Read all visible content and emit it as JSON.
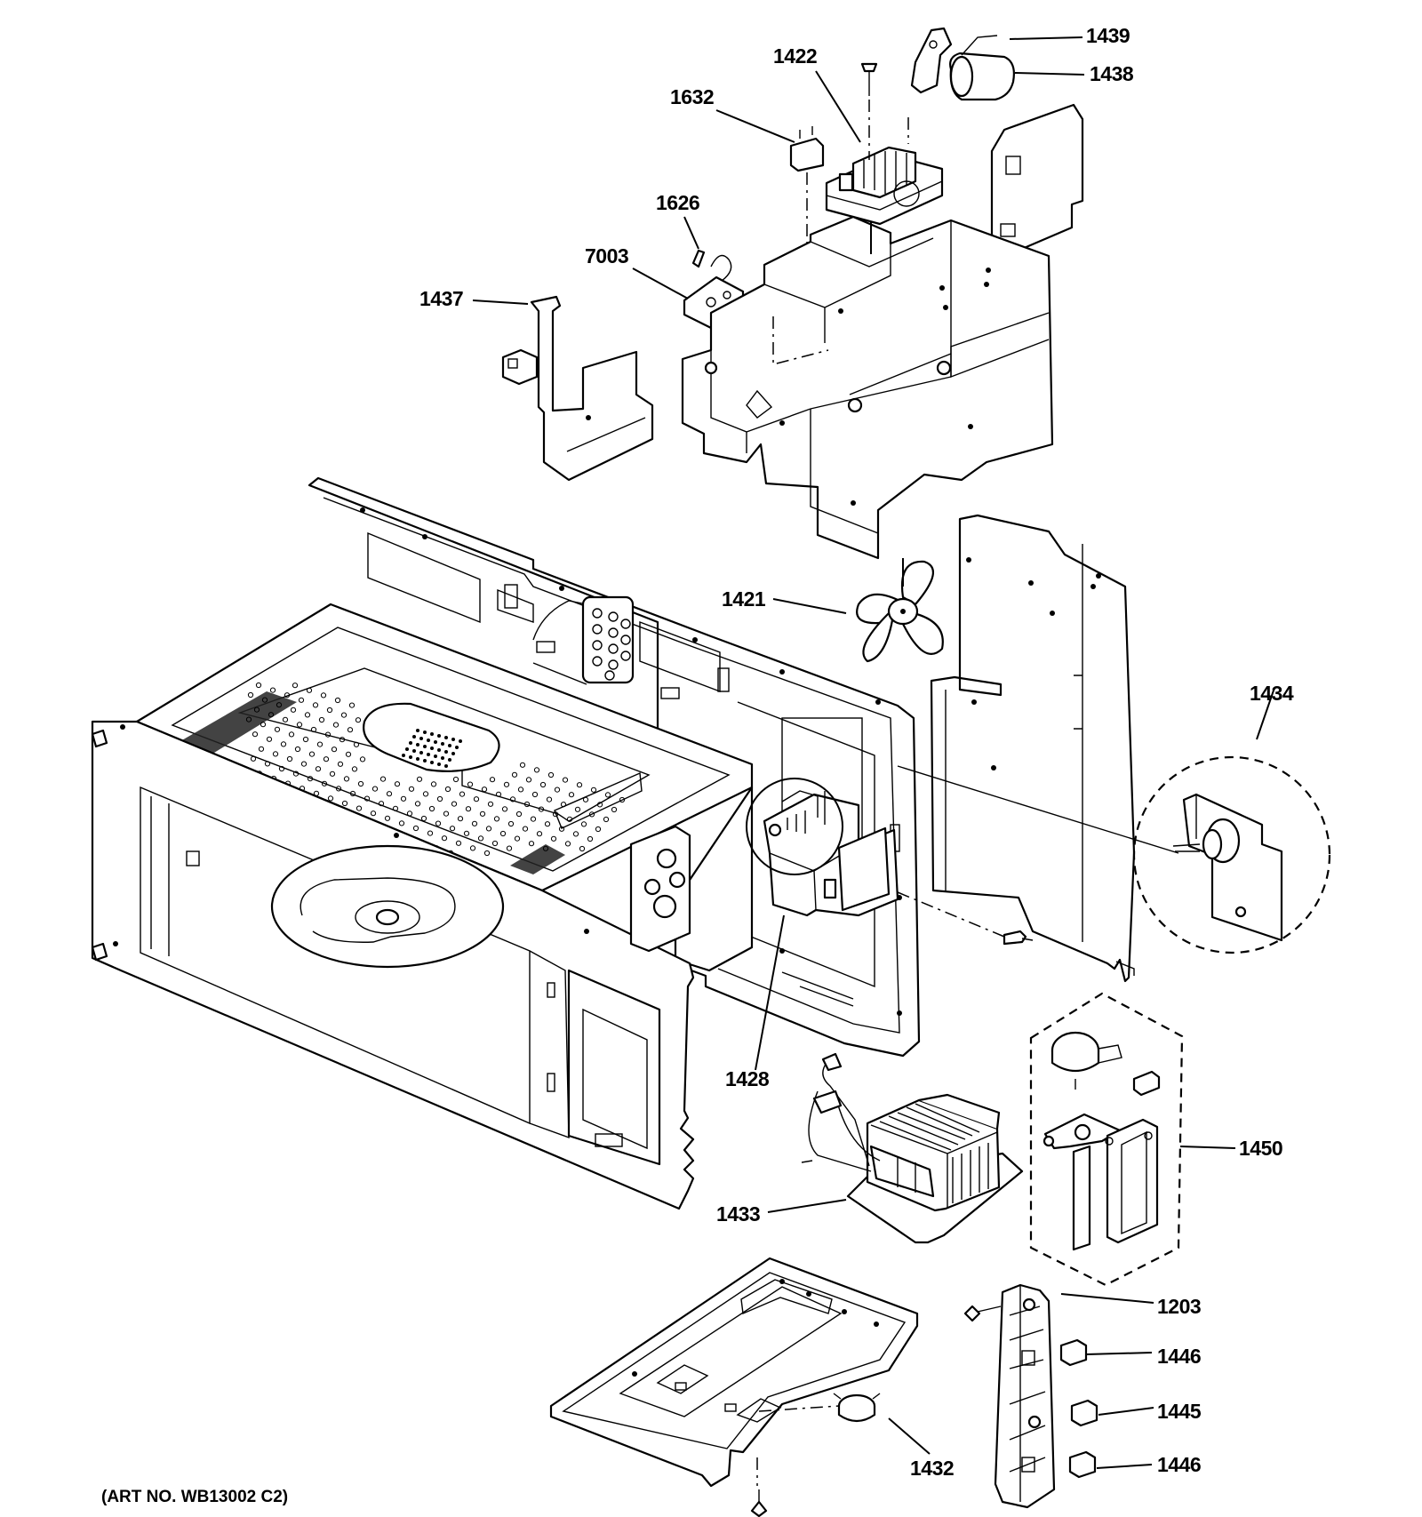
{
  "art_number": "(ART NO. WB13002 C2)",
  "callouts": [
    {
      "id": "c1439",
      "label": "1439"
    },
    {
      "id": "c1438",
      "label": "1438"
    },
    {
      "id": "c1422",
      "label": "1422"
    },
    {
      "id": "c1632",
      "label": "1632"
    },
    {
      "id": "c1626",
      "label": "1626"
    },
    {
      "id": "c7003",
      "label": "7003"
    },
    {
      "id": "c1437",
      "label": "1437"
    },
    {
      "id": "c1421",
      "label": "1421"
    },
    {
      "id": "c1434",
      "label": "1434"
    },
    {
      "id": "c1428",
      "label": "1428"
    },
    {
      "id": "c1450",
      "label": "1450"
    },
    {
      "id": "c1433",
      "label": "1433"
    },
    {
      "id": "c1203",
      "label": "1203"
    },
    {
      "id": "c1446a",
      "label": "1446"
    },
    {
      "id": "c1445",
      "label": "1445"
    },
    {
      "id": "c1432",
      "label": "1432"
    },
    {
      "id": "c1446b",
      "label": "1446"
    }
  ]
}
